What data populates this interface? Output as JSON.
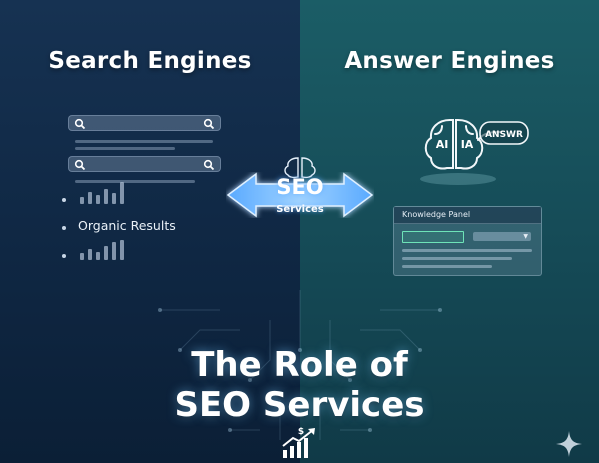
{
  "headings": {
    "left": "Search Engines",
    "right": "Answer Engines"
  },
  "search_side": {
    "organic_label": "Organic Results"
  },
  "answer_side": {
    "brain_left_text": "AI",
    "brain_right_text": "IA",
    "bubble_text": "ANSWR",
    "knowledge_panel_title": "Knowledge Panel"
  },
  "center": {
    "seo_label": "SEO",
    "services_label": "Services"
  },
  "title": {
    "line1": "The Role of",
    "line2": "SEO Services"
  },
  "icons": {
    "search": "search-icon",
    "brain": "brain-icon",
    "growth": "growth-chart-icon",
    "sparkle": "sparkle-icon"
  },
  "colors": {
    "left_panel": "#163252",
    "right_panel": "#1b5d66",
    "arrow_glow": "#5aaaff",
    "field_highlight": "#6ee3b8"
  }
}
